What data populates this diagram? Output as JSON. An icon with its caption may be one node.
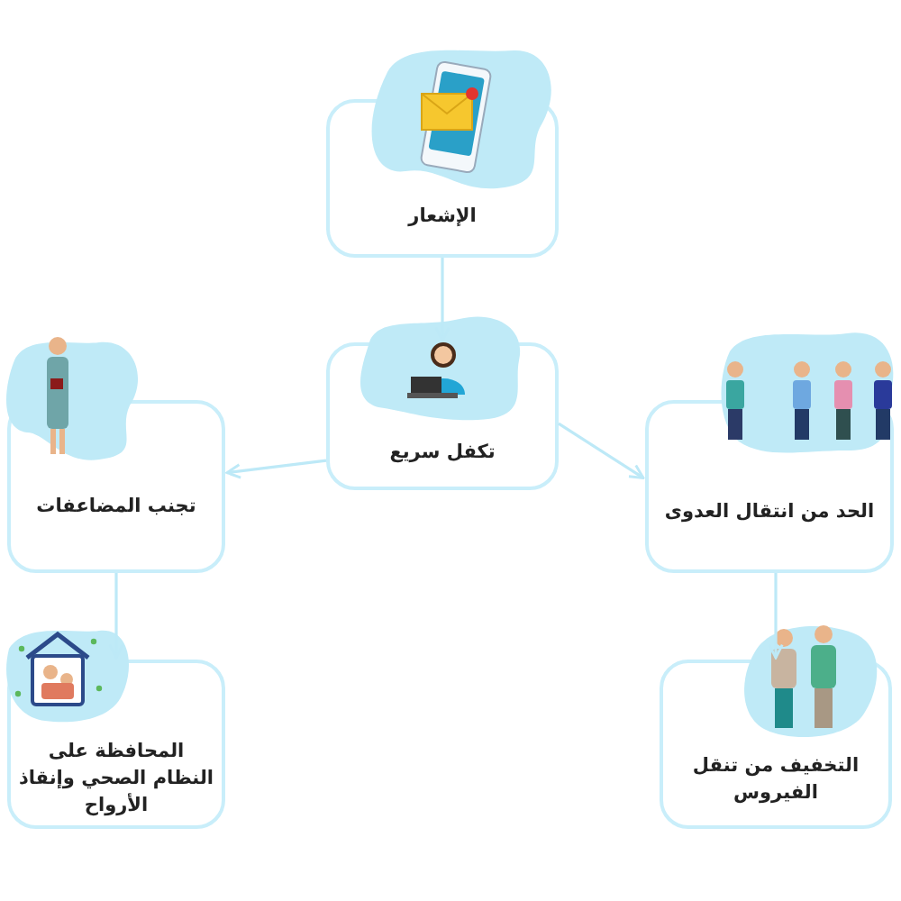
{
  "diagram": {
    "nodes": [
      {
        "text": [
          "الإشعار"
        ]
      },
      {
        "text": [
          "تكفل سريع"
        ]
      },
      {
        "text": [
          "تجنب المضاعفات"
        ]
      },
      {
        "text": [
          "الحد من انتقال العدوى"
        ]
      },
      {
        "text": [
          "المحافظة على النظام الصحي وإنقاذ الأرواح"
        ]
      },
      {
        "text": [
          "التخفيف من تنقل الفيروس"
        ]
      }
    ],
    "edges": [
      {
        "from": 0,
        "to": 1,
        "arrow": "to"
      },
      {
        "from": 1,
        "to": 2,
        "arrow": "to"
      },
      {
        "from": 1,
        "to": 3,
        "arrow": "to"
      },
      {
        "from": 2,
        "to": 4,
        "arrow": "to"
      },
      {
        "from": 3,
        "to": 5,
        "arrow": "to"
      }
    ]
  }
}
